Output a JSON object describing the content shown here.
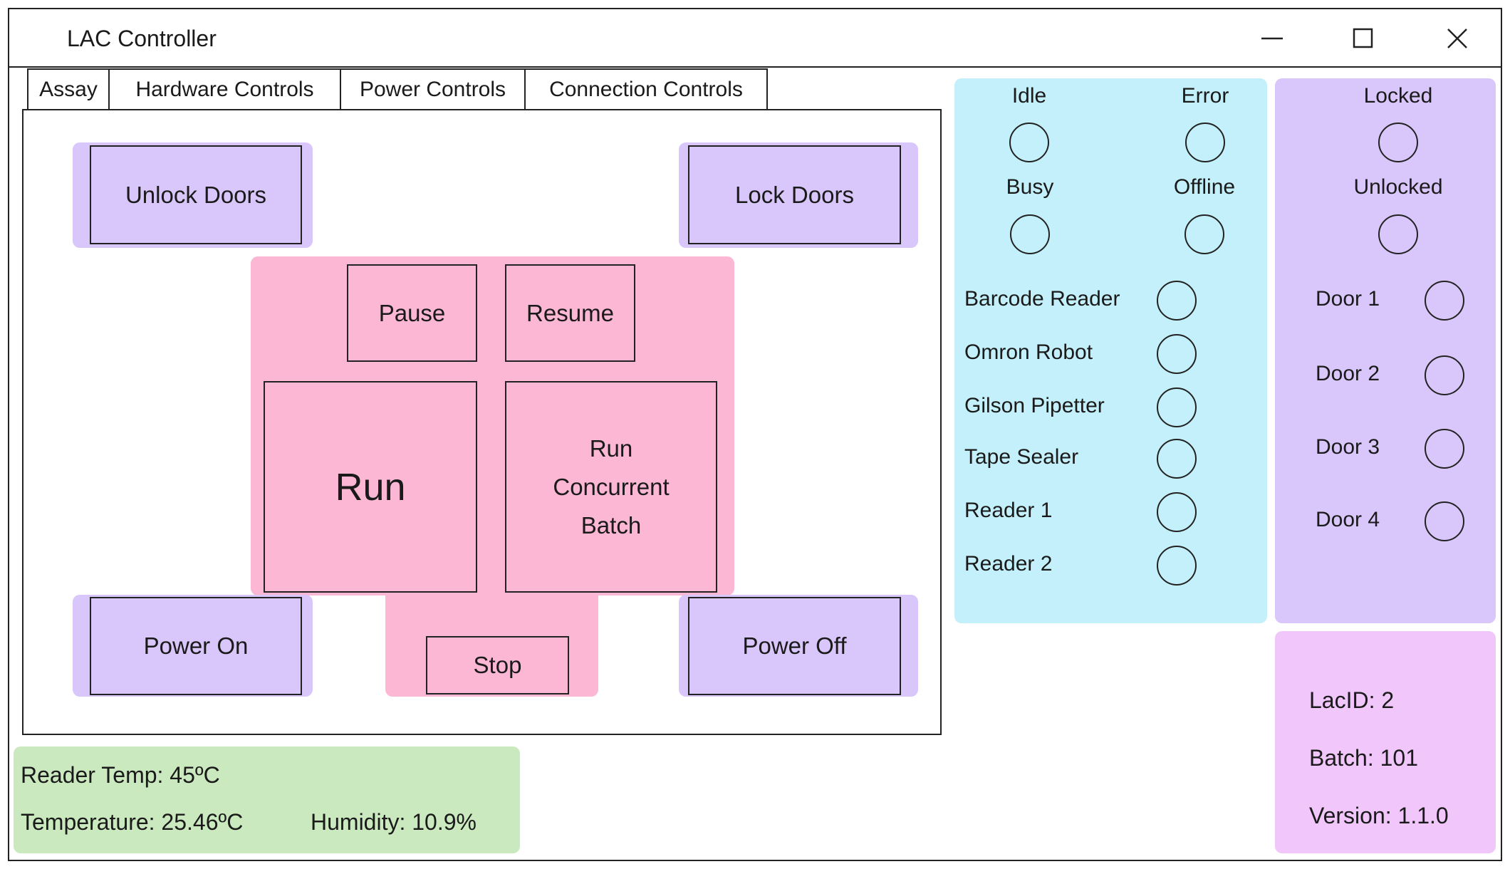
{
  "window": {
    "title": "LAC Controller",
    "controls": {
      "minimize_icon": "minimize-icon",
      "maximize_icon": "maximize-icon",
      "close_icon": "close-icon"
    }
  },
  "tabs": [
    {
      "label": "Assay"
    },
    {
      "label": "Hardware Controls"
    },
    {
      "label": "Power Controls"
    },
    {
      "label": "Connection Controls"
    }
  ],
  "controls": {
    "unlock_doors": "Unlock Doors",
    "lock_doors": "Lock Doors",
    "pause": "Pause",
    "resume": "Resume",
    "run": "Run",
    "run_concurrent": [
      "Run",
      "Concurrent",
      "Batch"
    ],
    "power_on": "Power On",
    "stop": "Stop",
    "power_off": "Power Off"
  },
  "status": {
    "idle": "Idle",
    "error": "Error",
    "busy": "Busy",
    "offline": "Offline",
    "devices": [
      "Barcode Reader",
      "Omron Robot",
      "Gilson Pipetter",
      "Tape Sealer",
      "Reader 1",
      "Reader 2"
    ]
  },
  "locks": {
    "locked": "Locked",
    "unlocked": "Unlocked",
    "doors": [
      "Door 1",
      "Door 2",
      "Door 3",
      "Door 4"
    ]
  },
  "environment": {
    "reader_temp": "Reader Temp: 45ºC",
    "temperature": "Temperature: 25.46ºC",
    "humidity": "Humidity: 10.9%"
  },
  "info": {
    "lac_id": "LacID: 2",
    "batch": "Batch: 101",
    "version": "Version: 1.1.0"
  },
  "colors": {
    "purple": "#d9c6fb",
    "pink": "#fbb7d3",
    "cyan": "#c3f0fa",
    "magenta": "#f1c6fa",
    "green": "#cbe9bf"
  }
}
